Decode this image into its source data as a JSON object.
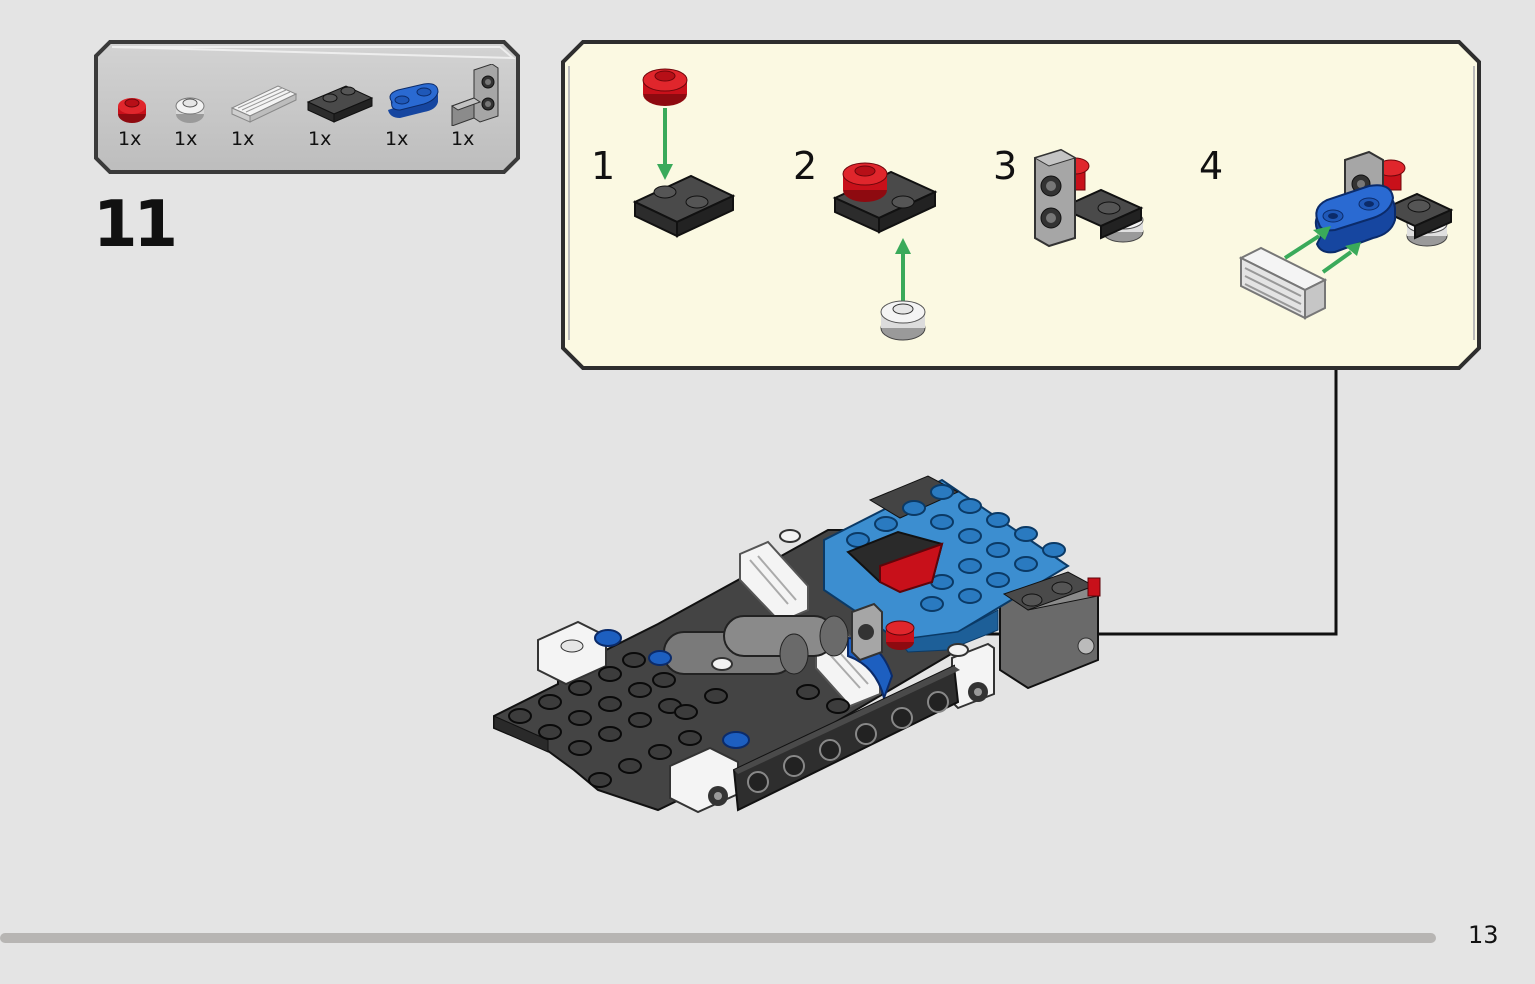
{
  "colors": {
    "background": "#e4e4e4",
    "parts_box_fill": "#c9c9c9",
    "submodel_box_fill": "#fbf9e2",
    "arrow_green": "#3aaa5a",
    "brick_red": "#c8101a",
    "brick_blue": "#1d5fc0",
    "brick_azure": "#3c8ed0",
    "brick_dark_gray": "#3a3a3a",
    "brick_light_gray": "#9c9c9c",
    "progress_track": "#b7b5b3"
  },
  "parts_list": [
    {
      "icon": "red-round-plate-icon",
      "qty": "1x"
    },
    {
      "icon": "white-round-plate-icon",
      "qty": "1x"
    },
    {
      "icon": "white-grille-tile-icon",
      "qty": "1x"
    },
    {
      "icon": "dark-gray-plate-1x2-icon",
      "qty": "1x"
    },
    {
      "icon": "blue-rounded-plate-icon",
      "qty": "1x"
    },
    {
      "icon": "gray-bracket-icon",
      "qty": "1x"
    }
  ],
  "step": {
    "number": "11"
  },
  "submodel_steps": [
    {
      "number": "1"
    },
    {
      "number": "2"
    },
    {
      "number": "3"
    },
    {
      "number": "4"
    }
  ],
  "footer": {
    "page_number": "13"
  }
}
